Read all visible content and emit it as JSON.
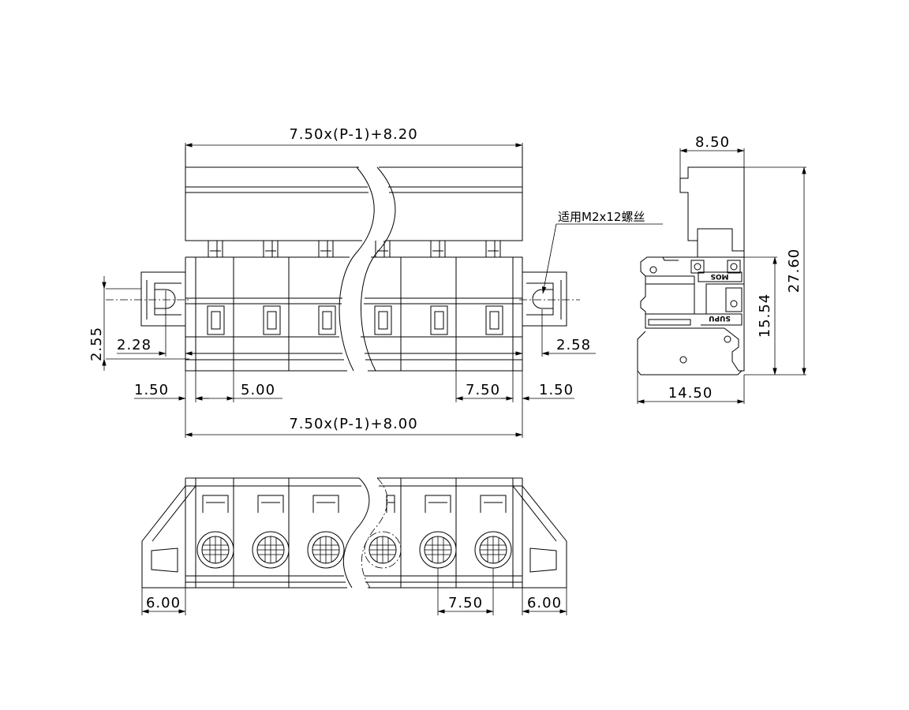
{
  "front_view": {
    "dim_overall_top": "7.50x(P-1)+8.20",
    "dim_overall_bottom": "7.50x(P-1)+8.00",
    "dim_flange_height": "2.55",
    "dim_left_hole": "2.28",
    "dim_right_hole": "2.58",
    "dim_left_margin": "1.50",
    "dim_first_pitch": "5.00",
    "dim_pitch": "7.50",
    "dim_right_margin": "1.50",
    "screw_note": "适用M2x12螺丝"
  },
  "side_view": {
    "dim_top_width": "8.50",
    "dim_total_height": "27.60",
    "dim_body_height": "15.54",
    "dim_bottom_width": "14.50",
    "mark_code": "MOS",
    "mark_brand": "SUPU"
  },
  "bottom_view": {
    "dim_left_flange": "6.00",
    "dim_pitch": "7.50",
    "dim_right_flange": "6.00"
  }
}
